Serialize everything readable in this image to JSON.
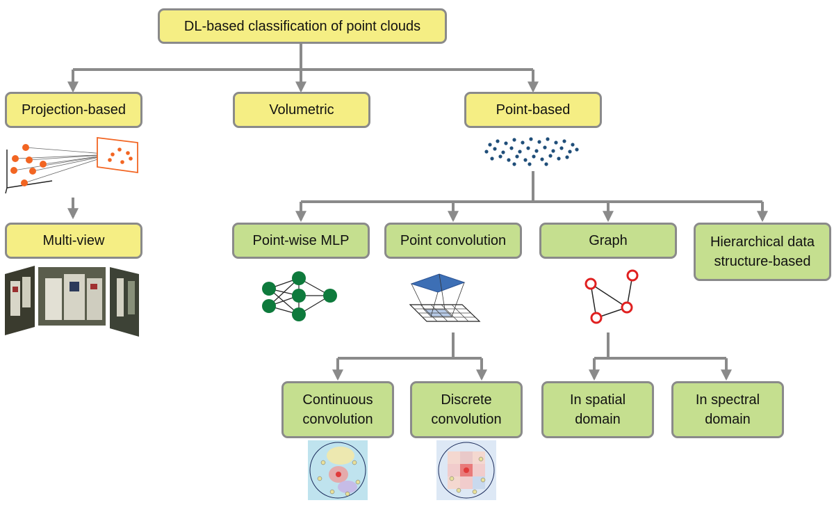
{
  "colors": {
    "yellow_box": "#f5ee84",
    "green_box": "#c5df8f",
    "box_border": "#8a8a8a",
    "connector": "#8a8a8a",
    "projection_points": "#f26522",
    "point_cloud": "#1f4e79",
    "mlp_nodes": "#0e7a3c",
    "graph_nodes": "#e02020",
    "conv_kernel": "#3d6fb5"
  },
  "nodes": {
    "root": "DL-based classification of point clouds",
    "projection": "Projection-based",
    "volumetric": "Volumetric",
    "point_based": "Point-based",
    "multi_view": "Multi-view",
    "pointwise_mlp": "Point-wise MLP",
    "point_convolution": "Point convolution",
    "graph": "Graph",
    "hierarchical": "Hierarchical data\nstructure-based",
    "continuous": "Continuous\nconvolution",
    "discrete": "Discrete\nconvolution",
    "spatial": "In spatial\ndomain",
    "spectral": "In spectral\ndomain"
  },
  "icons": [
    "projection-plane-icon",
    "point-cloud-icon",
    "multi-view-images-icon",
    "neural-network-icon",
    "convolution-grid-icon",
    "graph-icon",
    "continuous-kernel-icon",
    "discrete-kernel-icon"
  ]
}
